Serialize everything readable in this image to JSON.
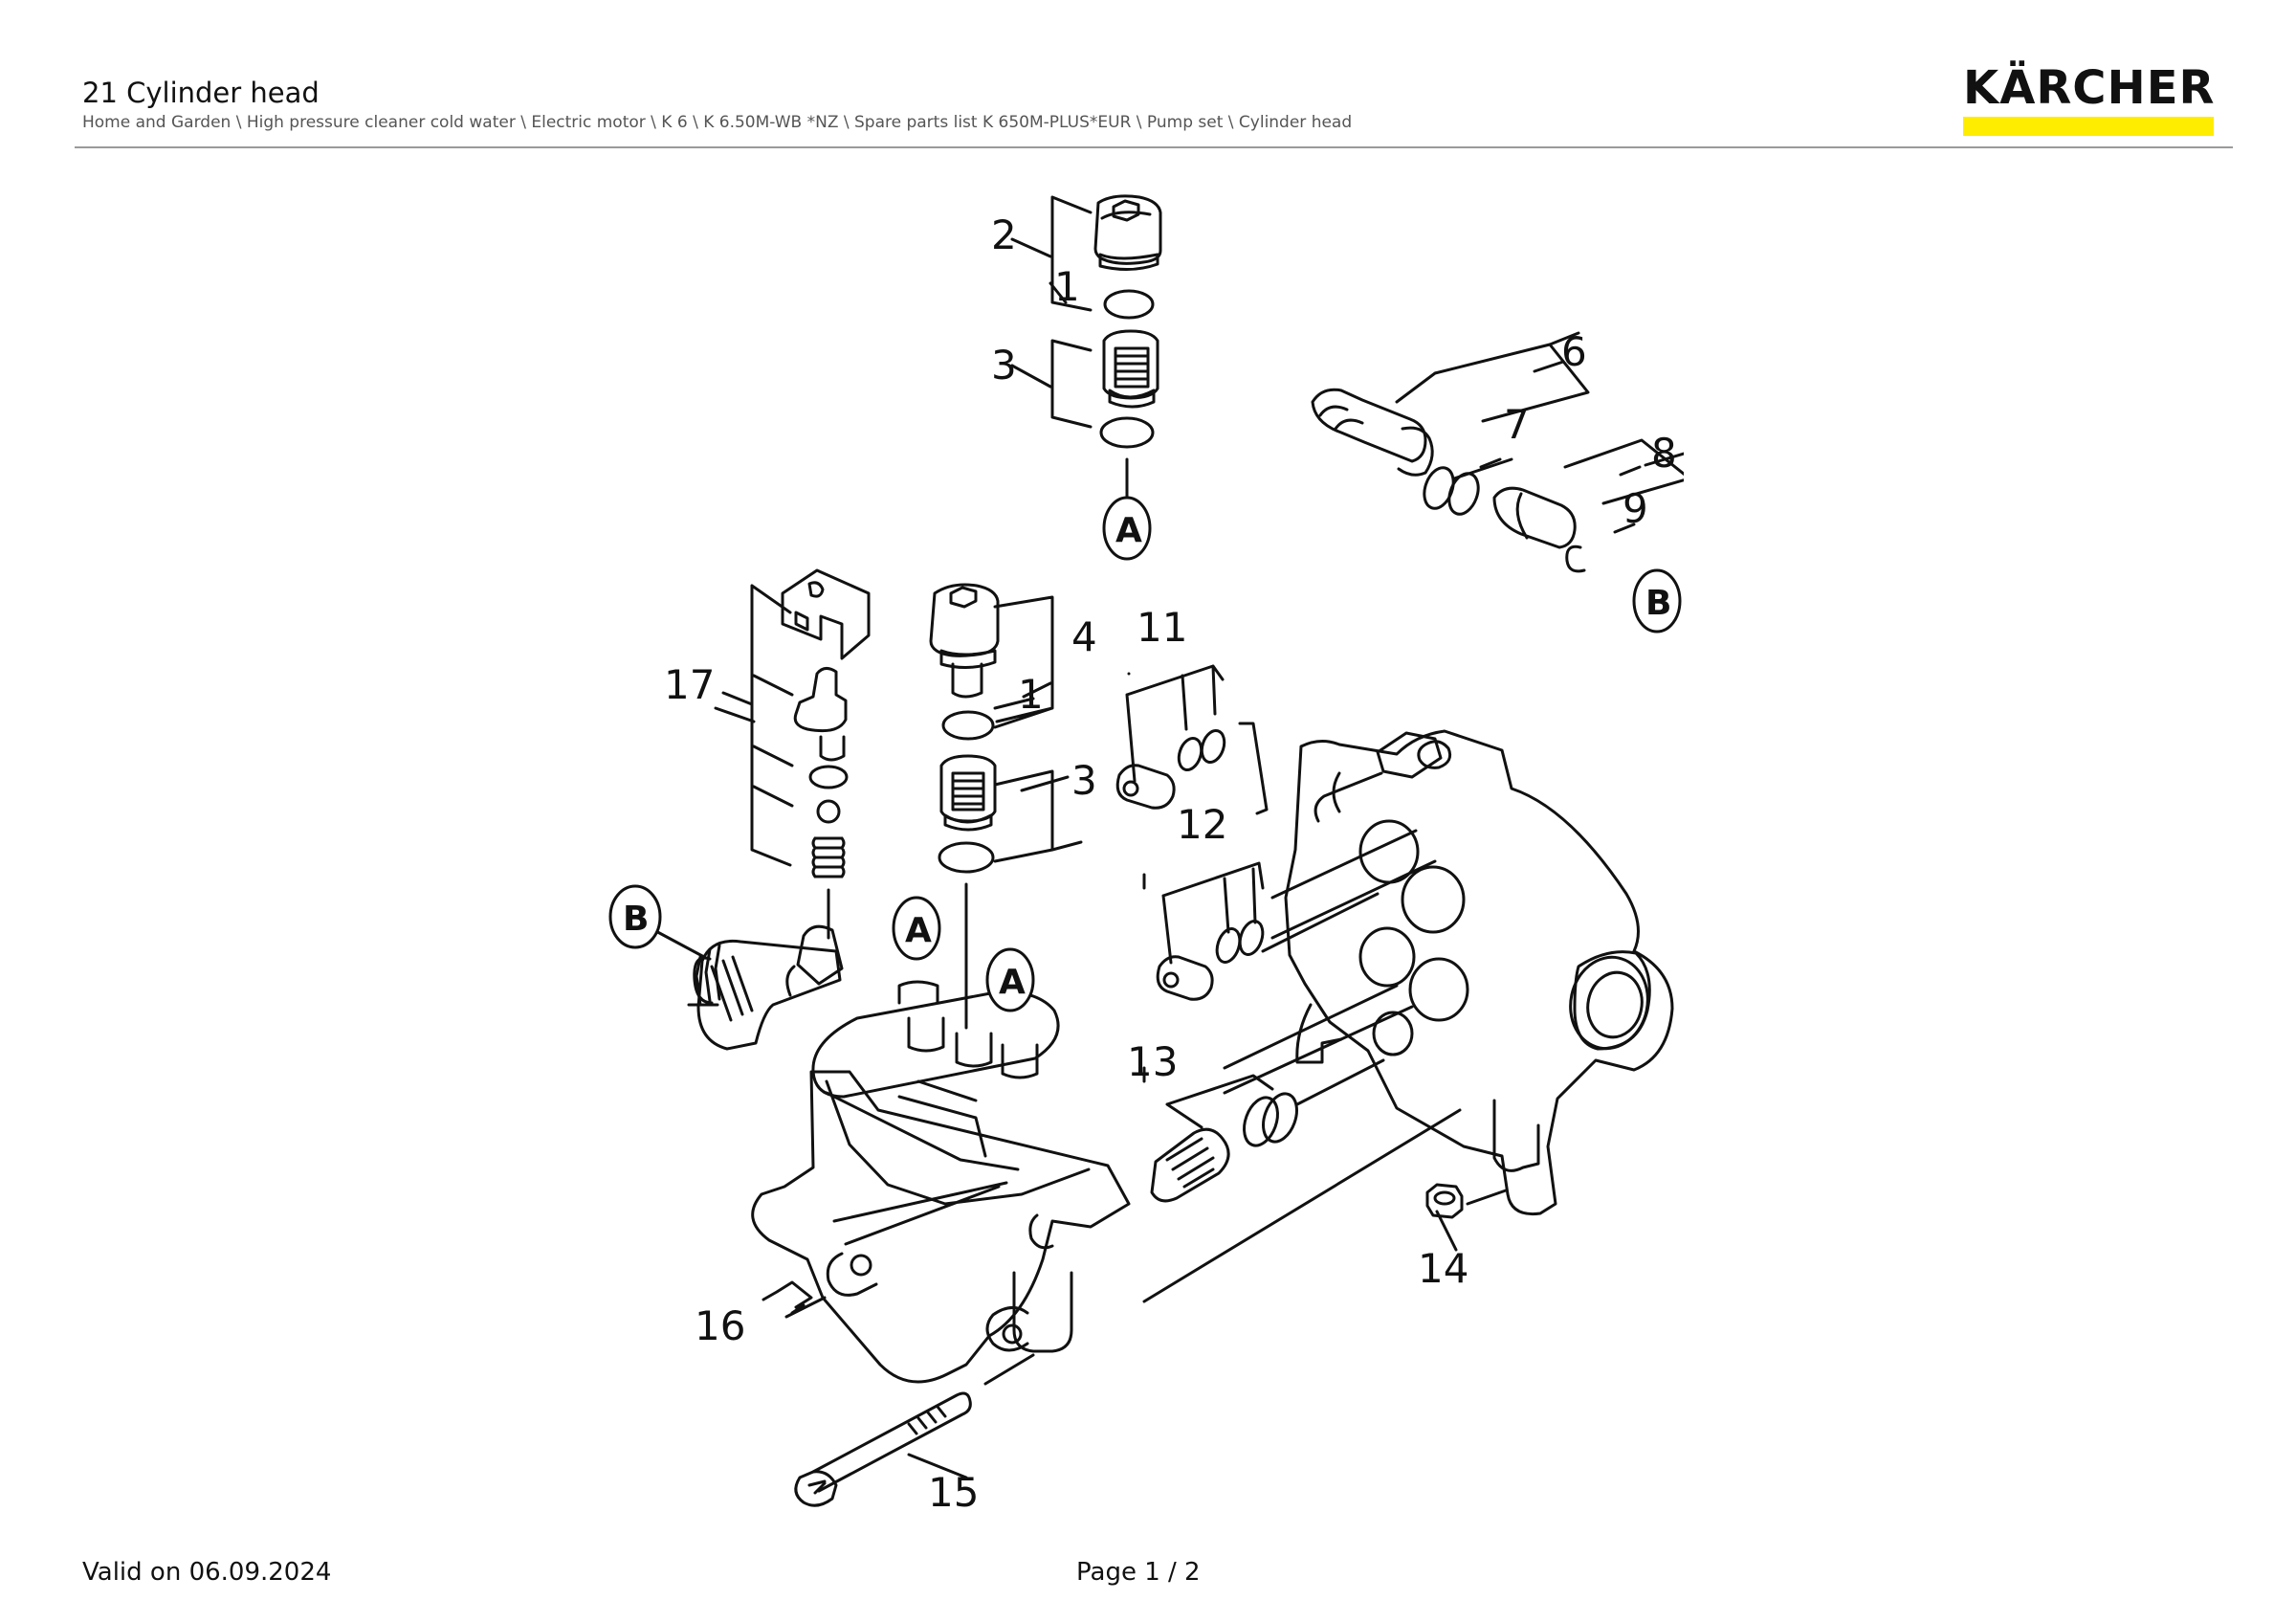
{
  "header": {
    "title": "21 Cylinder head",
    "breadcrumb": "Home and Garden \\ High pressure cleaner cold water \\ Electric motor \\ K 6 \\ K 6.50M-WB *NZ \\ Spare parts list K 650M-PLUS*EUR \\ Pump set \\ Cylinder head",
    "brand": "KÄRCHER"
  },
  "colors": {
    "brand_yellow": "#ffed00",
    "rule": "#9a9a9a",
    "line": "#111111"
  },
  "diagram": {
    "callouts": {
      "c2": "2",
      "c1a": "1",
      "c3a": "3",
      "c6": "6",
      "c7": "7",
      "c8": "8",
      "c9": "9",
      "c11": "11",
      "c4": "4",
      "c1b": "1",
      "c3b": "3",
      "c17": "17",
      "c12": "12",
      "c13": "13",
      "c14": "14",
      "c16": "16",
      "c15": "15"
    },
    "refs": {
      "ra1": "A",
      "rb1": "B",
      "rb2": "B",
      "ra2": "A",
      "ra3": "A"
    }
  },
  "footer": {
    "valid": "Valid on 06.09.2024",
    "page": "Page 1 / 2"
  }
}
